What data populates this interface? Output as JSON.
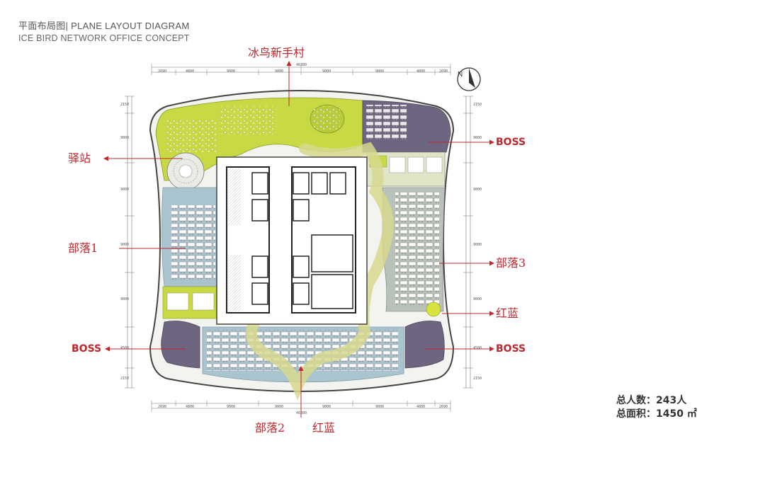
{
  "header": {
    "title_cn": "平面布局图|",
    "title_en": "PLANE LAYOUT DIAGRAM",
    "subtitle": "ICE BIRD NETWORK OFFICE CONCEPT"
  },
  "labels": {
    "top_zone": "冰鸟新手村",
    "station": "驿站",
    "tribe1": "部落1",
    "tribe2": "部落2",
    "tribe3": "部落3",
    "redblue_right": "红蓝",
    "redblue_bottom": "红蓝",
    "boss_top_right": "BOSS",
    "boss_bottom_left": "BOSS",
    "boss_bottom_right": "BOSS"
  },
  "stats": {
    "headcount": "总人数：243人",
    "area": "总面积：1450 ㎡"
  },
  "dimensions": {
    "top": [
      "2690",
      "4800",
      "9000",
      "9000",
      "9000",
      "9000",
      "4800",
      "2690"
    ],
    "top_total": "46380",
    "bottom": [
      "2690",
      "4800",
      "9000",
      "9000",
      "9000",
      "9000",
      "4800",
      "2690"
    ],
    "bottom_total": "46380",
    "left": [
      "2150",
      "9000",
      "9000",
      "9000",
      "9000",
      "4500",
      "2150"
    ],
    "right": [
      "2150",
      "9000",
      "9000",
      "9000",
      "9000",
      "4500",
      "2150"
    ]
  },
  "colors": {
    "annotation_red": "#c0272d",
    "green_zone": "#c8d944",
    "blue_zone": "#a9c3cf",
    "purple_zone": "#6e6680",
    "grey_zone": "#b8c2b8",
    "core_white": "#ffffff"
  },
  "icons": {
    "north_arrow": "north-arrow-icon"
  }
}
